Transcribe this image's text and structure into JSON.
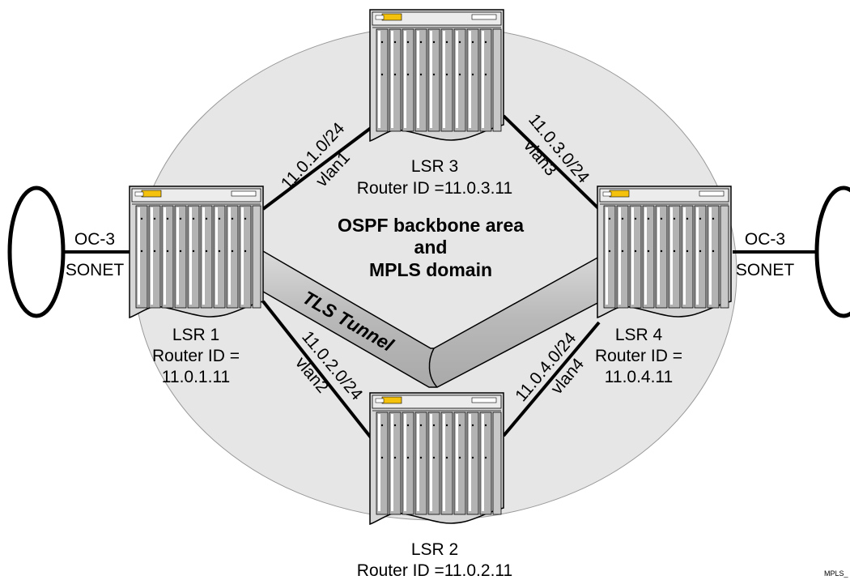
{
  "domain_area": {
    "line1": "OSPF backbone area",
    "line2": "and",
    "line3": "MPLS domain"
  },
  "routers": {
    "lsr1": {
      "name": "LSR 1",
      "id_line1": "Router ID =",
      "id_line2": "11.0.1.11"
    },
    "lsr2": {
      "name": "LSR 2",
      "id_line1": "Router ID =11.0.2.11"
    },
    "lsr3": {
      "name": "LSR 3",
      "id_line1": "Router ID =11.0.3.11"
    },
    "lsr4": {
      "name": "LSR 4",
      "id_line1": "Router ID =",
      "id_line2": "11.0.4.11"
    }
  },
  "links": {
    "lsr1_lsr3": {
      "subnet": "11.0.1.0/24",
      "vlan": "vlan1"
    },
    "lsr1_lsr2": {
      "subnet": "11.0.2.0/24",
      "vlan": "vlan2"
    },
    "lsr3_lsr4": {
      "subnet": "11.0.3.0/24",
      "vlan": "vlan3"
    },
    "lsr2_lsr4": {
      "subnet": "11.0.4.0/24",
      "vlan": "vlan4"
    }
  },
  "external": {
    "left": {
      "line1": "OC-3",
      "line2": "SONET"
    },
    "right": {
      "line1": "OC-3",
      "line2": "SONET"
    }
  },
  "tunnel": {
    "label": "TLS Tunnel"
  },
  "corner_tag": "MPLS_"
}
